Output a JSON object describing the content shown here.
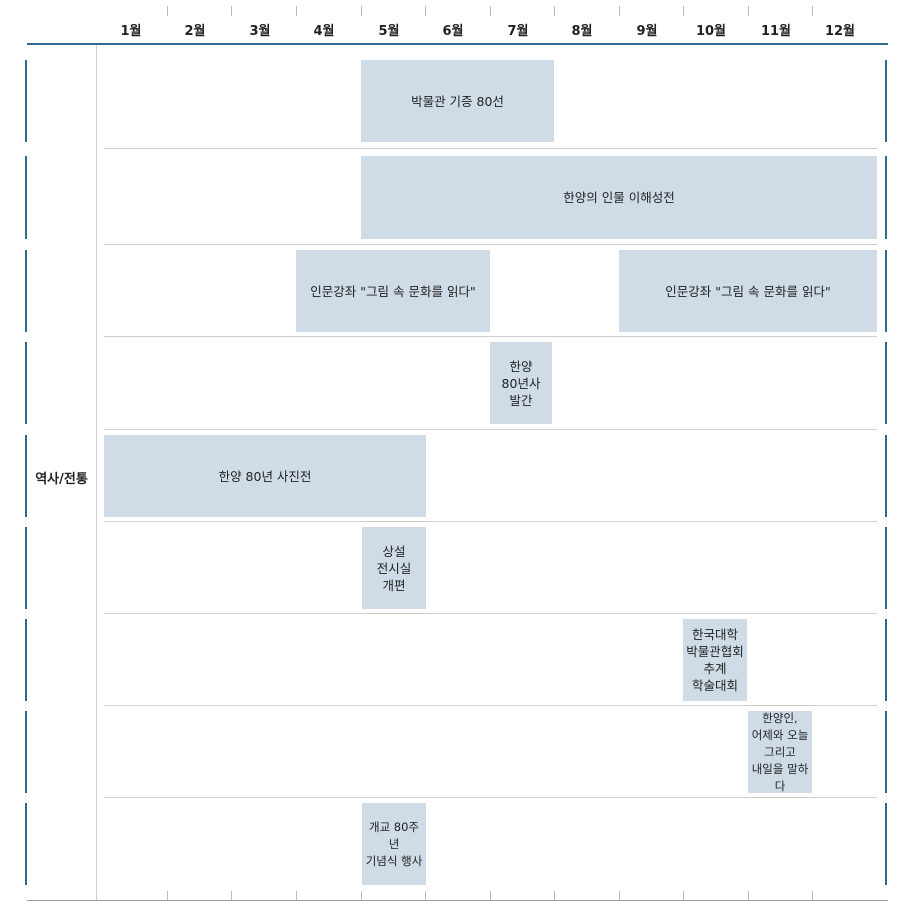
{
  "months": [
    "1월",
    "2월",
    "3월",
    "4월",
    "5월",
    "6월",
    "7월",
    "8월",
    "9월",
    "10월",
    "11월",
    "12월"
  ],
  "category": "역사/전통",
  "events": [
    {
      "label": "박물관 기증 80선"
    },
    {
      "label": "한양의 인물 이해성전"
    },
    {
      "label": "인문강좌 \"그림 속 문화를 읽다\""
    },
    {
      "label": "인문강좌 \"그림 속 문화를 읽다\""
    },
    {
      "label": "한양\n80년사\n발간"
    },
    {
      "label": "한양 80년 사진전"
    },
    {
      "label": "상설\n전시실\n개편"
    },
    {
      "label": "한국대학\n박물관협회\n추계\n학술대회"
    },
    {
      "label": "한양인,\n어제와 오늘\n그리고\n내일을 말하다"
    },
    {
      "label": "개교 80주년\n기념식 행사"
    }
  ]
}
